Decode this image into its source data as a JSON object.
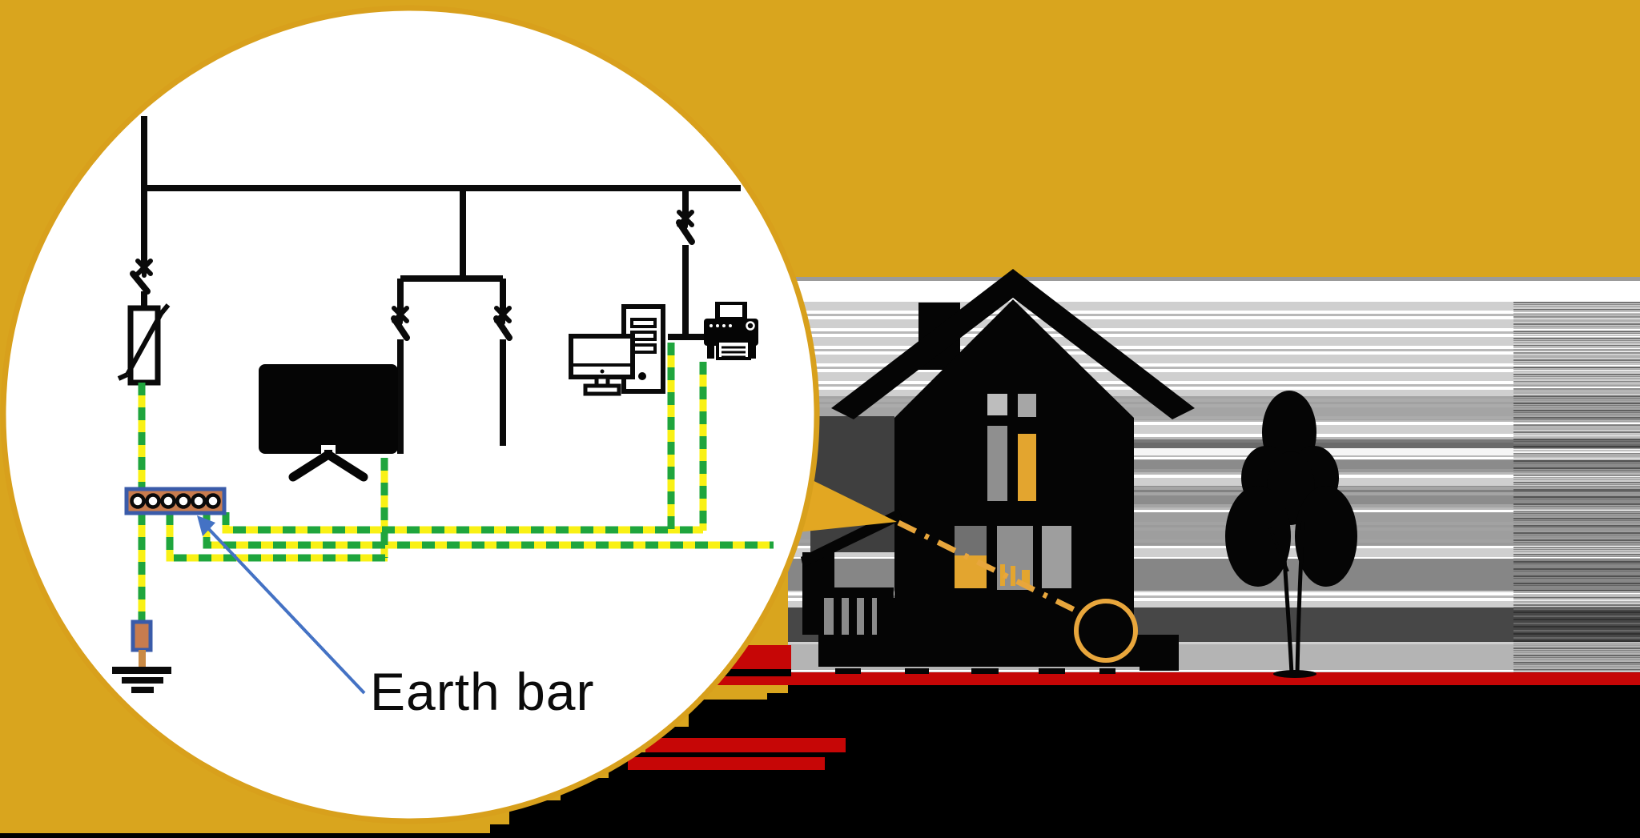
{
  "diagram": {
    "label_earth_bar": "Earth bar",
    "earth_bar_terminals": 6,
    "colors": {
      "background_gold": "#D9A51E",
      "magnifier_rim_gold": "#D8A01C",
      "earth_wire_yellow": "#F9F115",
      "earth_wire_green": "#1FA53D",
      "earth_bar_copper": "#C87C4E",
      "earth_bar_border_blue": "#3A5BA9",
      "annotation_arrow_blue": "#4472C4",
      "ground_line_red": "#C60606",
      "magnifier_target_orange": "#E8A63C",
      "lit_window_orange": "#E3A52F",
      "silhouette_black": "#050505",
      "shadow_panel_gray": "#3F3F3F"
    },
    "icons": [
      {
        "name": "magnifier-circle"
      },
      {
        "name": "earth-bar-icon"
      },
      {
        "name": "surge-protector-icon"
      },
      {
        "name": "breaker-x-icon"
      },
      {
        "name": "tv-icon"
      },
      {
        "name": "computer-icon"
      },
      {
        "name": "printer-icon"
      },
      {
        "name": "earth-ground-icon"
      },
      {
        "name": "ground-rod-clamp-icon"
      },
      {
        "name": "house-silhouette"
      },
      {
        "name": "tree-silhouette"
      },
      {
        "name": "magnifier-target-ring"
      }
    ]
  }
}
